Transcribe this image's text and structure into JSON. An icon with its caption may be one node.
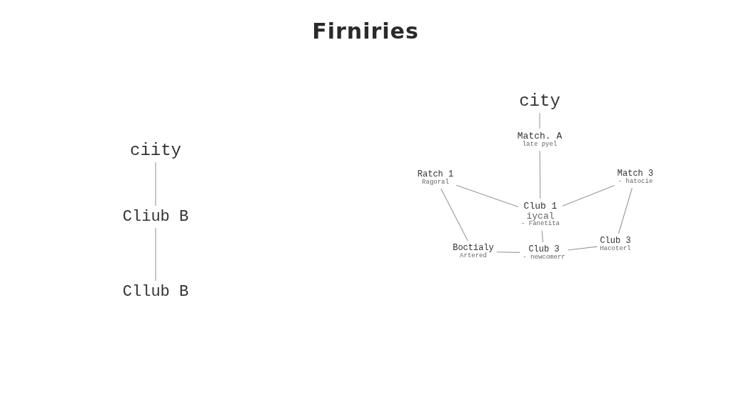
{
  "diagram": {
    "title": "Firniries",
    "nodes": [
      {
        "text": [
          "ciity"
        ]
      },
      {
        "text": [
          "Cliub B"
        ]
      },
      {
        "text": [
          "Cllub B"
        ]
      },
      {
        "text": [
          "city"
        ]
      },
      {
        "text": [
          "Match. A",
          "late pyel"
        ]
      },
      {
        "text": [
          "Ratch 1",
          "Ragoral"
        ]
      },
      {
        "text": [
          "Match 3",
          "- hatocie"
        ]
      },
      {
        "text": [
          "Club 1",
          "iycal",
          "- Fanetita"
        ]
      },
      {
        "text": [
          "Boctialy",
          "Artered"
        ]
      },
      {
        "text": [
          "Club 3",
          "- newcomerr"
        ]
      },
      {
        "text": [
          "Club 3",
          "Hacoterl"
        ]
      }
    ],
    "edges": [
      {
        "from": 0,
        "to": 1,
        "arrow": "none"
      },
      {
        "from": 1,
        "to": 2,
        "arrow": "none"
      },
      {
        "from": 3,
        "to": 4,
        "arrow": "none"
      },
      {
        "from": 4,
        "to": 7,
        "arrow": "none"
      },
      {
        "from": 5,
        "to": 7,
        "arrow": "none"
      },
      {
        "from": 6,
        "to": 7,
        "arrow": "none"
      },
      {
        "from": 5,
        "to": 8,
        "arrow": "none"
      },
      {
        "from": 6,
        "to": 10,
        "arrow": "none"
      },
      {
        "from": 7,
        "to": 9,
        "arrow": "none"
      },
      {
        "from": 8,
        "to": 9,
        "arrow": "none"
      },
      {
        "from": 9,
        "to": 10,
        "arrow": "none"
      }
    ]
  }
}
